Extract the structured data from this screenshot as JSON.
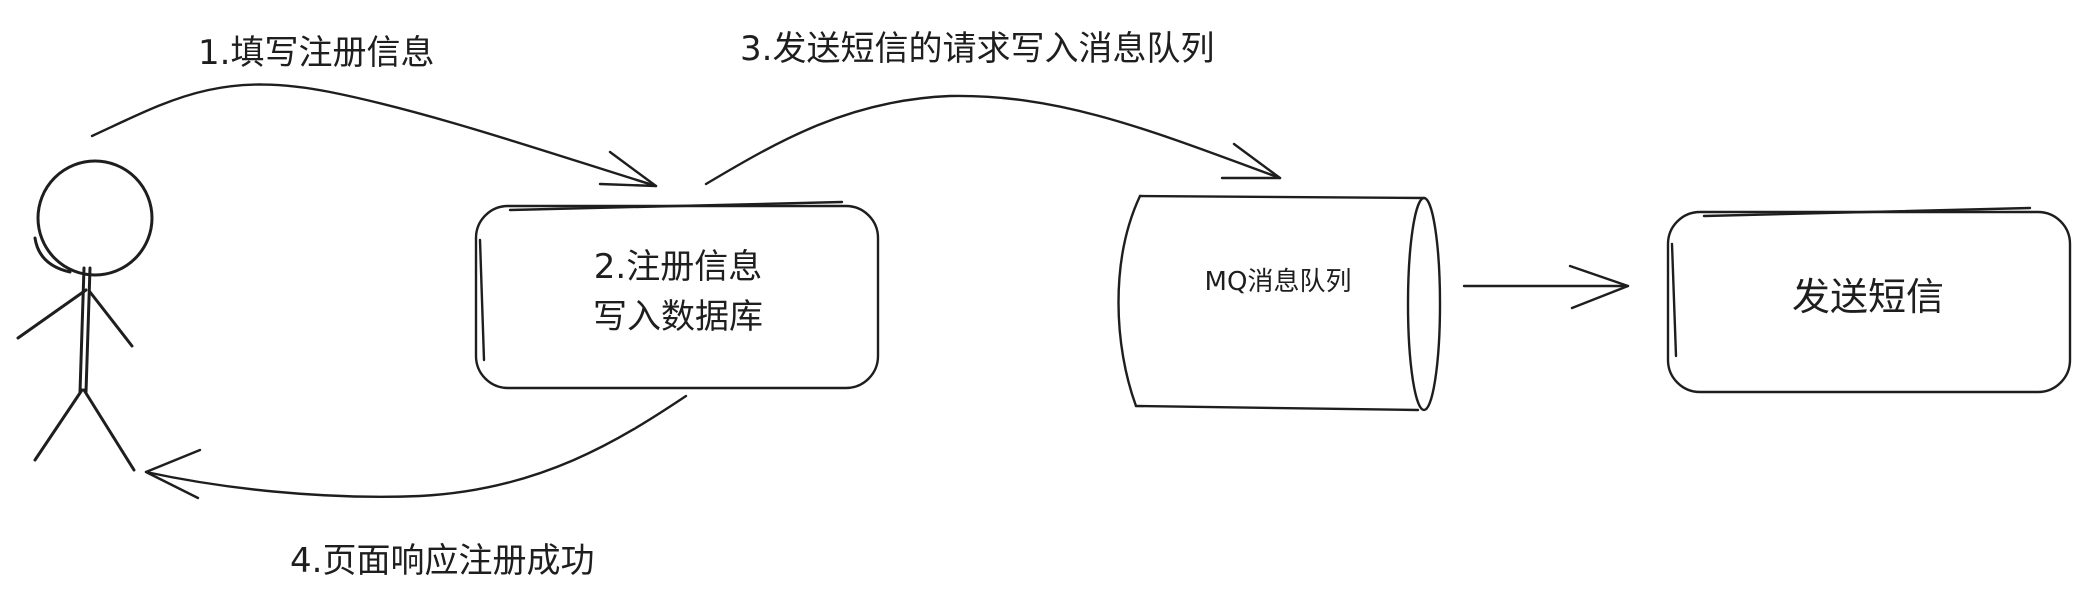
{
  "actor": {
    "icon": "stick-figure-user-icon"
  },
  "steps": {
    "step1": "1.填写注册信息",
    "step3": "3.发送短信的请求写入消息队列",
    "step4": "4.页面响应注册成功"
  },
  "nodes": {
    "register_db_line1": "2.注册信息",
    "register_db_line2": "写入数据库",
    "mq_label": "MQ消息队列",
    "send_sms_label": "发送短信"
  },
  "colors": {
    "ink": "#1e1e1e",
    "background": "#ffffff"
  }
}
